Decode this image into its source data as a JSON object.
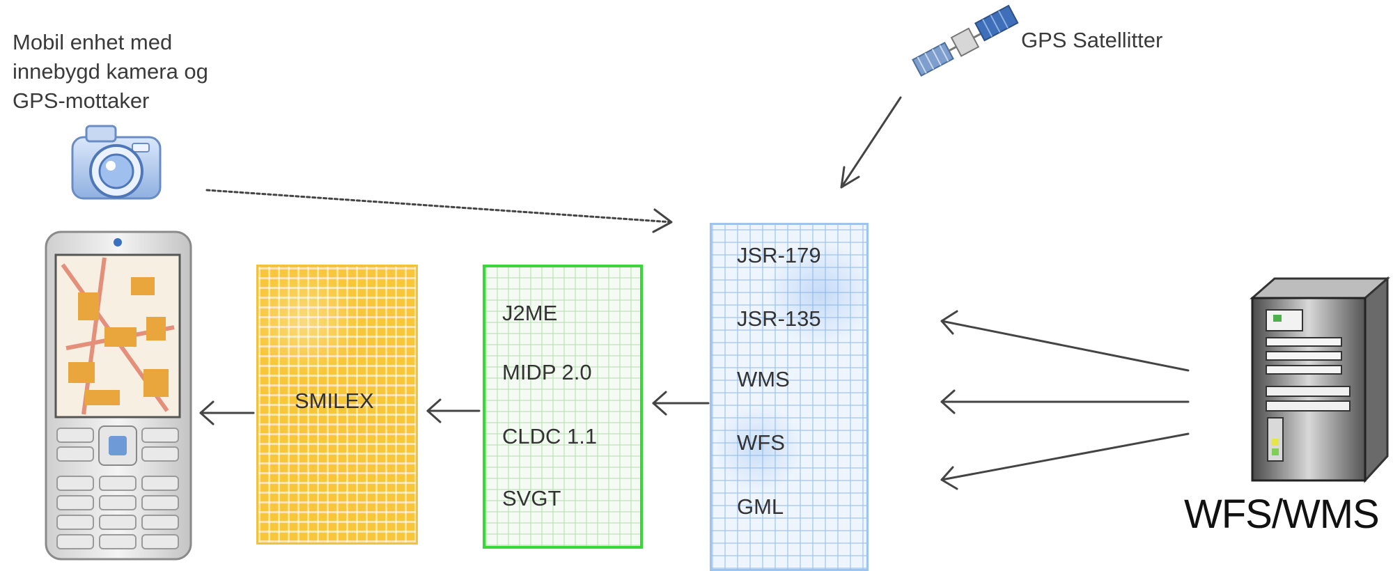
{
  "caption": {
    "lines": [
      "Mobil enhet med",
      "innebygd kamera og",
      "GPS-mottaker"
    ]
  },
  "satellite": {
    "label": "GPS Satellitter"
  },
  "server": {
    "label": "WFS/WMS"
  },
  "boxes": {
    "smilex": {
      "label": "SMILEX"
    },
    "platform": {
      "items": [
        "J2ME",
        "MIDP 2.0",
        "CLDC 1.1",
        "SVGT"
      ]
    },
    "apis": {
      "items": [
        "JSR-179",
        "JSR-135",
        "WMS",
        "WFS",
        "GML"
      ]
    }
  },
  "icons": {
    "camera": "camera-icon",
    "phone": "mobile-phone-icon",
    "satellite": "satellite-icon",
    "server": "server-icon"
  },
  "colors": {
    "smilex": "#f8c63a",
    "platform_border": "#3ad63a",
    "apis_border": "#9cc4ef"
  }
}
